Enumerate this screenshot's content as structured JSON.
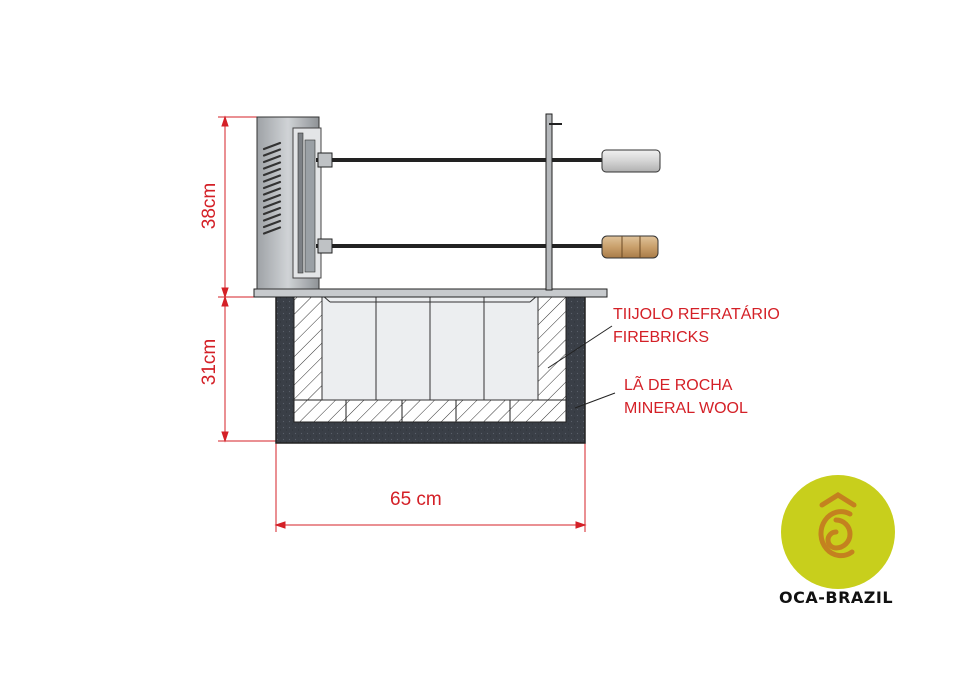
{
  "dimensions": {
    "height_top": "38cm",
    "height_bottom": "31cm",
    "width": "65 cm"
  },
  "labels": {
    "firebricks_pt": "TIIJOLO REFRATÁRIO",
    "firebricks_en": "FIREBRICKS",
    "wool_pt": "LÃ DE ROCHA",
    "wool_en": "MINERAL WOOL"
  },
  "logo": {
    "name": "OCA-BRAZIL",
    "circle_color": "#c8cf1c",
    "mark_color": "#c4811f"
  },
  "colors": {
    "dimension": "#d42027",
    "insulation": "#3c4149",
    "handle_top": "#d8d8d8",
    "handle_bottom": "#c9a67a"
  }
}
